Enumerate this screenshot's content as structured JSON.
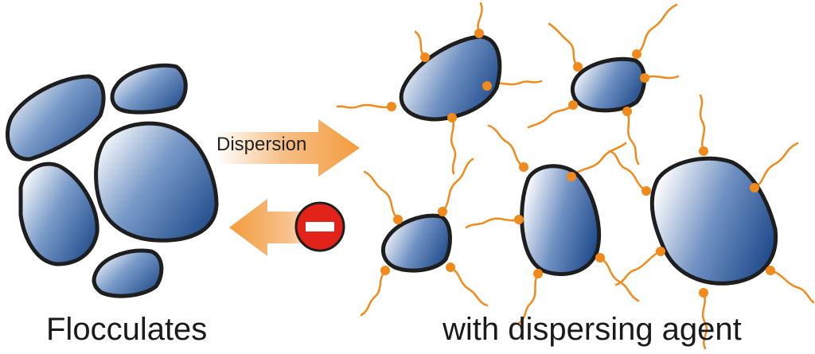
{
  "labels": {
    "flocculates": "Flocculates",
    "dispersed": "with dispersing agent",
    "dispersion_arrow": "Dispersion"
  },
  "icons": {
    "forward_arrow": "right-arrow-icon",
    "reverse_arrow": "left-arrow-icon",
    "blocked": "no-entry-icon"
  },
  "colors": {
    "particle_dark": "#1f4a8a",
    "particle_light": "#ffffff",
    "particle_outline": "#1e1e1e",
    "dispersant_chain": "#f08a1c",
    "arrow": "#f39c3c",
    "blocked_sign": "#e2231a"
  }
}
